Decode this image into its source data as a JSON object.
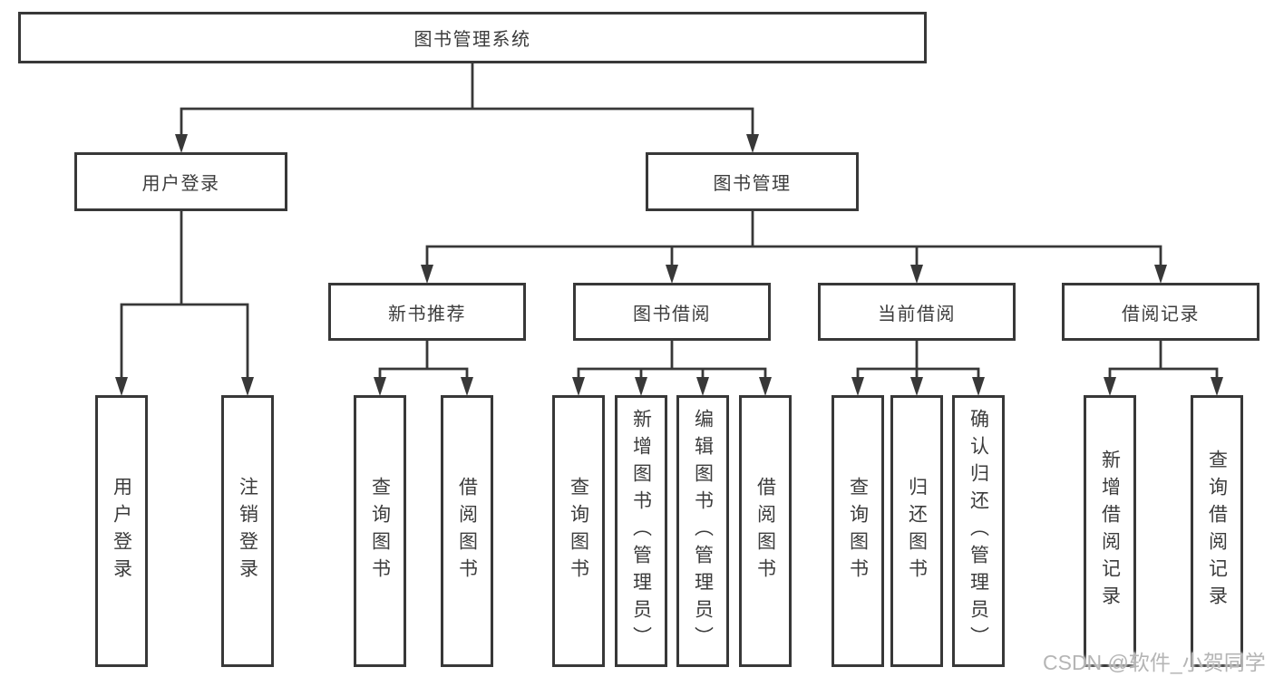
{
  "diagram": {
    "title": "图书管理系统",
    "level2": {
      "user_login": "用户登录",
      "book_mgmt": "图书管理"
    },
    "level3": {
      "new_books": "新书推荐",
      "book_borrow": "图书借阅",
      "current_borrow": "当前借阅",
      "borrow_records": "借阅记录"
    },
    "leaves": {
      "login": [
        "用户登录",
        "注销登录"
      ],
      "new_books": [
        "查询图书",
        "借阅图书"
      ],
      "book_borrow": [
        "查询图书",
        "新增图书（管理员）",
        "编辑图书（管理员）",
        "借阅图书"
      ],
      "current_borrow": [
        "查询图书",
        "归还图书",
        "确认归还（管理员）"
      ],
      "borrow_records": [
        "新增借阅记录",
        "查询借阅记录"
      ]
    }
  },
  "watermark": "CSDN @软件_小贺同学",
  "colors": {
    "line": "#383838",
    "text": "#3c3c3c",
    "background": "#ffffff",
    "watermark": "#b5b5b5"
  }
}
